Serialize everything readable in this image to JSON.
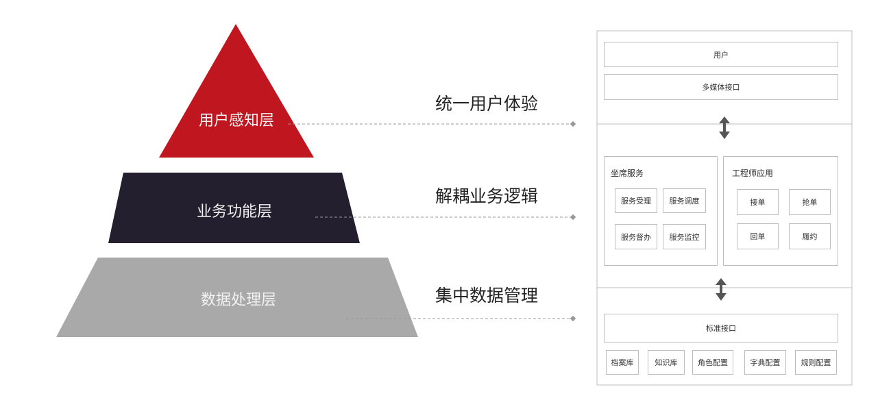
{
  "pyramid": {
    "layers": [
      {
        "label": "用户感知层",
        "color": "#c0161f"
      },
      {
        "label": "业务功能层",
        "color": "#231f2e"
      },
      {
        "label": "数据处理层",
        "color": "#a9a9a9"
      }
    ]
  },
  "descriptions": [
    "统一用户体验",
    "解耦业务逻辑",
    "集中数据管理"
  ],
  "architecture": {
    "top": [
      "用户",
      "多媒体接口"
    ],
    "seat": {
      "title": "坐席服务",
      "items": [
        "服务受理",
        "服务调度",
        "服务督办",
        "服务监控"
      ]
    },
    "engineer": {
      "title": "工程师应用",
      "items": [
        "接单",
        "抢单",
        "回单",
        "履约"
      ]
    },
    "interface": "标准接口",
    "bottom": [
      "档案库",
      "知识库",
      "角色配置",
      "字典配置",
      "规则配置"
    ]
  }
}
